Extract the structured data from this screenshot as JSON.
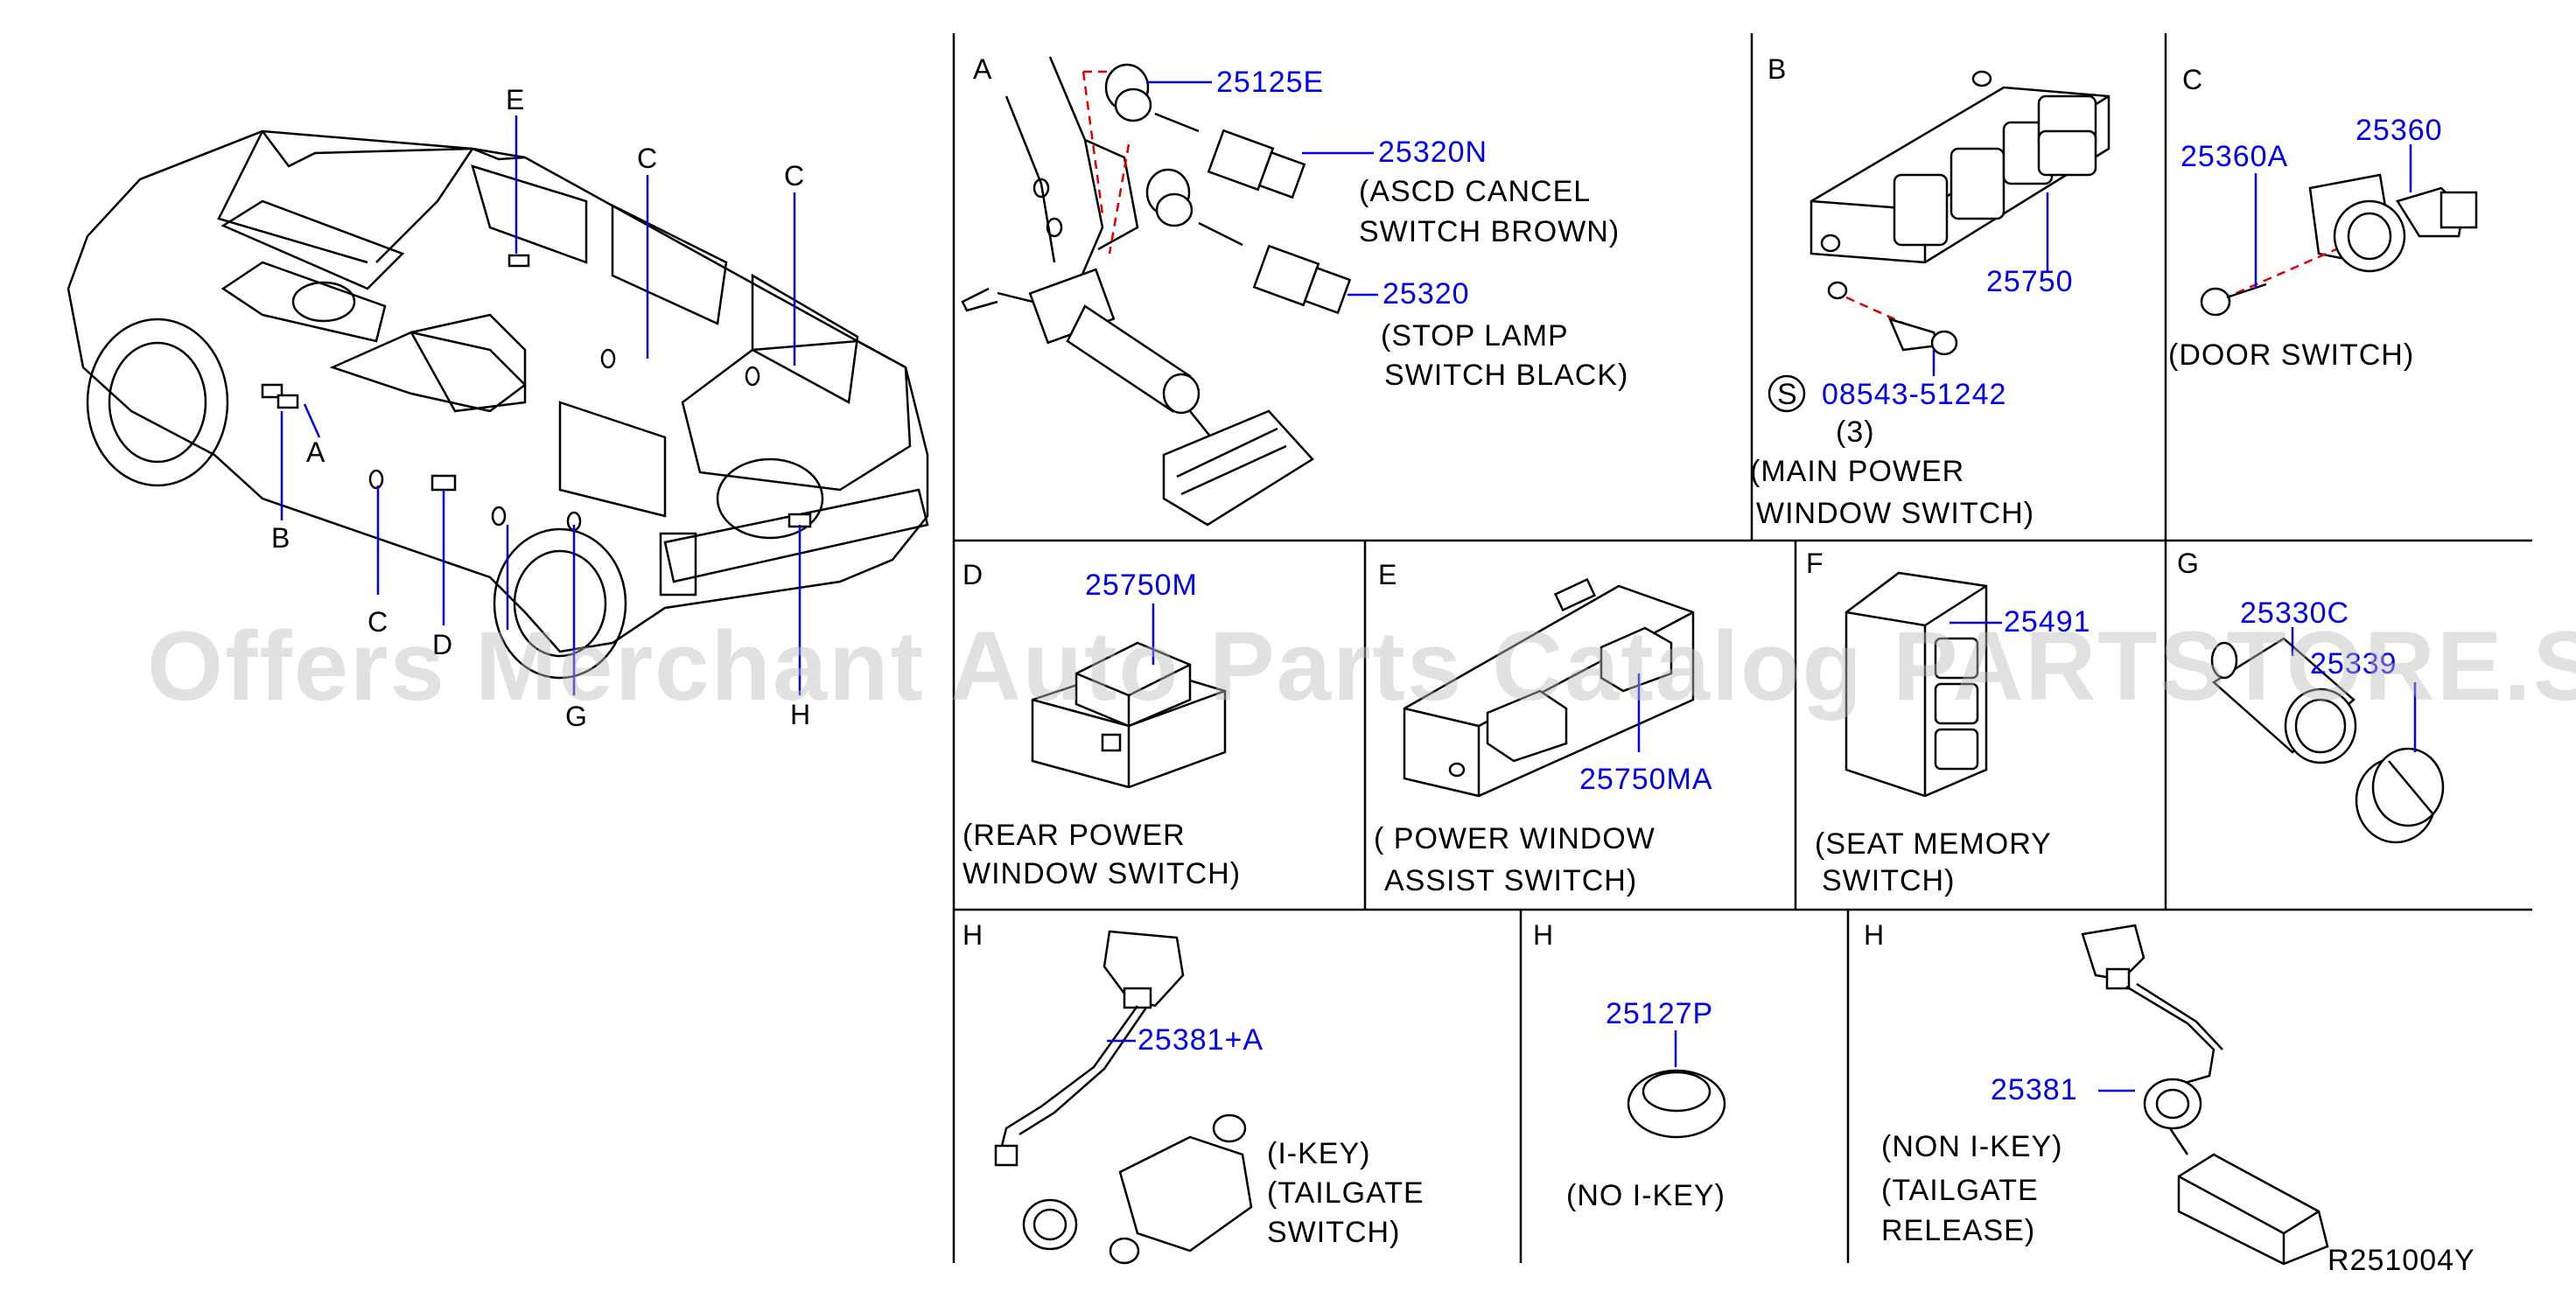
{
  "vehicle_view": {
    "callouts": {
      "E": "E",
      "C_top1": "C",
      "C_top2": "C",
      "A": "A",
      "B": "B",
      "C_bottom": "C",
      "D": "D",
      "G": "G",
      "H": "H"
    }
  },
  "sections": {
    "A": {
      "letter": "A",
      "parts": [
        {
          "number": "25125E"
        },
        {
          "number": "25320N",
          "desc_line1": "(ASCD   CANCEL",
          "desc_line2": "SWITCH   BROWN)"
        },
        {
          "number": "25320",
          "desc_line1": "(STOP   LAMP",
          "desc_line2": "SWITCH   BLACK)"
        }
      ]
    },
    "B": {
      "letter": "B",
      "part_number": "25750",
      "bolt_symbol": "S",
      "bolt_number": "08543-51242",
      "bolt_qty": "(3)",
      "desc_line1": "(MAIN   POWER",
      "desc_line2": "WINDOW   SWITCH)"
    },
    "C": {
      "letter": "C",
      "screw_number": "25360A",
      "part_number": "25360",
      "desc": "(DOOR   SWITCH)"
    },
    "D": {
      "letter": "D",
      "part_number": "25750M",
      "desc_line1": "(REAR   POWER",
      "desc_line2": "WINDOW   SWITCH)"
    },
    "E": {
      "letter": "E",
      "part_number": "25750MA",
      "desc_line1": "(  POWER   WINDOW",
      "desc_line2": "ASSIST   SWITCH)"
    },
    "F": {
      "letter": "F",
      "part_number": "25491",
      "desc_line1": "(SEAT   MEMORY",
      "desc_line2": "SWITCH)"
    },
    "G": {
      "letter": "G",
      "part_number_1": "25330C",
      "part_number_2": "25339"
    },
    "H1": {
      "letter": "H",
      "part_number": "25381+A",
      "desc_line1": "(I-KEY)",
      "desc_line2": "(TAILGATE",
      "desc_line3": "SWITCH)"
    },
    "H2": {
      "letter": "H",
      "part_number": "25127P",
      "desc": "(NO   I-KEY)"
    },
    "H3": {
      "letter": "H",
      "part_number": "25381",
      "desc_line1": "(NON   I-KEY)",
      "desc_line2": "(TAILGATE",
      "desc_line3": "RELEASE)"
    }
  },
  "diagram_code": "R251004Y",
  "watermark": "Offers Merchant Auto Parts Catalog PARTSTORE.SA"
}
